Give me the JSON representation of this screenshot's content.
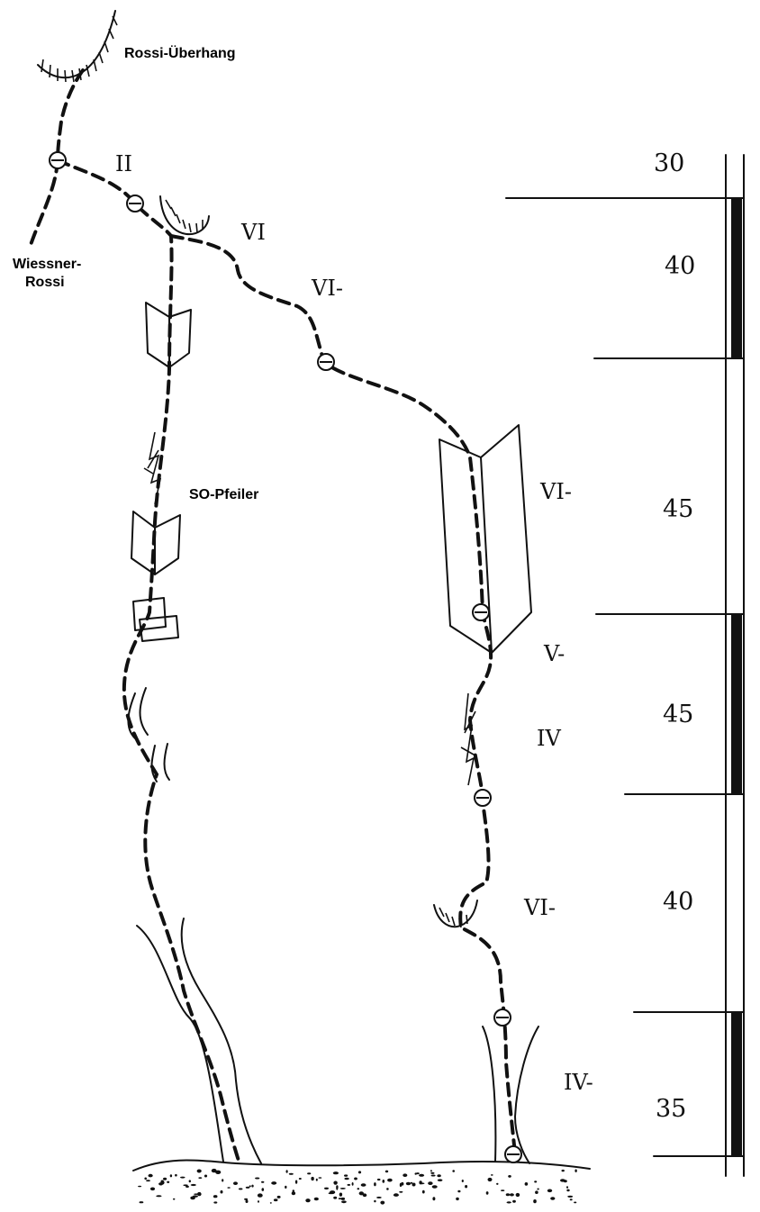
{
  "labels": {
    "rossi_ueberhang": "Rossi-Überhang",
    "wiessner_rossi_line1": "Wiessner-",
    "wiessner_rossi_line2": "Rossi",
    "so_pfeiler": "SO-Pfeiler"
  },
  "grades": [
    "II",
    "VI",
    "VI-",
    "VI-",
    "V-",
    "IV",
    "VI-",
    "IV-"
  ],
  "pitch_lengths": [
    "30",
    "40",
    "45",
    "45",
    "40",
    "35"
  ],
  "scale_bar": {
    "segments": [
      "white",
      "black",
      "white",
      "black",
      "white",
      "black"
    ]
  },
  "colors": {
    "ink": "#111111",
    "paper": "#ffffff"
  }
}
